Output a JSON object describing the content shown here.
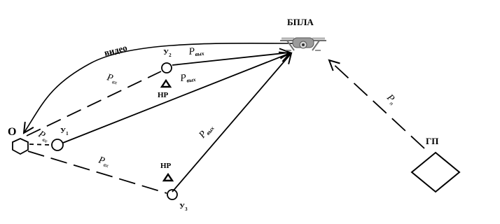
{
  "labels": {
    "uav": "БПЛА",
    "video": "видео",
    "operator": "О",
    "ground_station": "ГП",
    "interference_1": "НР",
    "interference_2": "НР",
    "node_1": "У",
    "node_1_sub": "1",
    "node_2": "У",
    "node_2_sub": "2",
    "node_3": "У",
    "node_3_sub": "3",
    "p_symbol": "P",
    "sub_in": "вх",
    "sub_out": "вых",
    "sub_p": "п"
  },
  "colors": {
    "stroke": "#000000",
    "drone_body": "#9a9a9a",
    "drone_arm": "#6f6f6f"
  }
}
